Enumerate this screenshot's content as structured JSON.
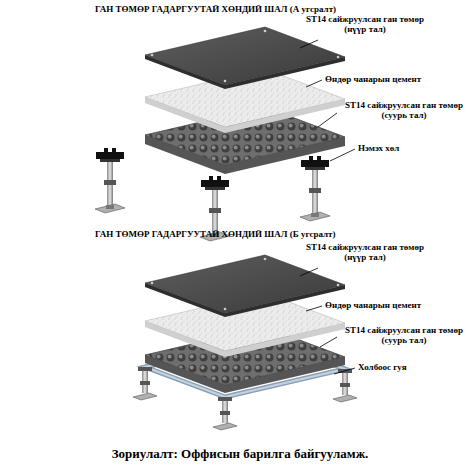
{
  "diagram": {
    "title": "ГАН ТӨМӨР ГАДАРГУУТАЙ ХӨНДИЙ ШАЛ (А угсралт)",
    "caption": "Зориулалт: Оффисын барилга байгууламж.",
    "labels": [
      "ST14 сайжруулсан ган төмөр (нүүр тал)",
      "Өндөр чанарын цемент",
      "ST14 сайжруулсан ган төмөр (суурь тал)",
      "Нэмэх хөл",
      "ГАН ТӨМӨР ГАДАРГУУТАЙ ХӨНДИЙ ШАЛ (Б угсралт)",
      "ST14 сайжруулсан ган төмөр (нүүр тал)",
      "Өндөр чанарын цемент",
      "ST14 сайжруулсан ган төмөр (суурь тал)",
      "Холбоос гуя"
    ]
  }
}
